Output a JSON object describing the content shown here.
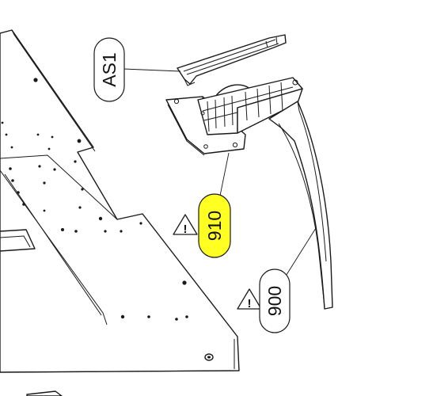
{
  "diagram": {
    "callouts": [
      {
        "id": "as1",
        "label": "AS1",
        "highlighted": false
      },
      {
        "id": "p910",
        "label": "910",
        "highlighted": true
      },
      {
        "id": "p900",
        "label": "900",
        "highlighted": false
      }
    ],
    "warning_symbol": "!",
    "colors": {
      "highlight": "#ffff22",
      "line": "#1a1a1a",
      "background": "#ffffff"
    },
    "icons": [
      "warning-triangle-icon"
    ]
  }
}
